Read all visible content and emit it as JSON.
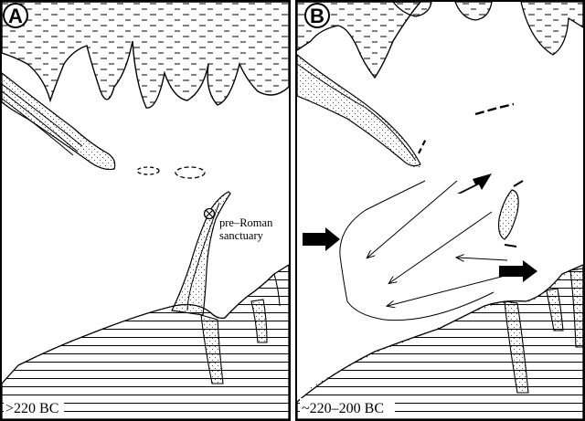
{
  "panels": [
    {
      "id": "A",
      "label": "A",
      "period": ">220 BC"
    },
    {
      "id": "B",
      "label": "B",
      "period": "~220–200 BC"
    }
  ],
  "annotations": {
    "sanctuary_line1": "pre–Roman",
    "sanctuary_line2": "sanctuary"
  },
  "legend_symbols": {
    "sanctuary_marker": "circle-cross-icon",
    "flow_arrow": "solid-arrow-icon",
    "current_arrow": "thin-arrow-icon"
  },
  "colors": {
    "ink": "#000000",
    "background": "#ffffff",
    "stipple": "#555555"
  }
}
